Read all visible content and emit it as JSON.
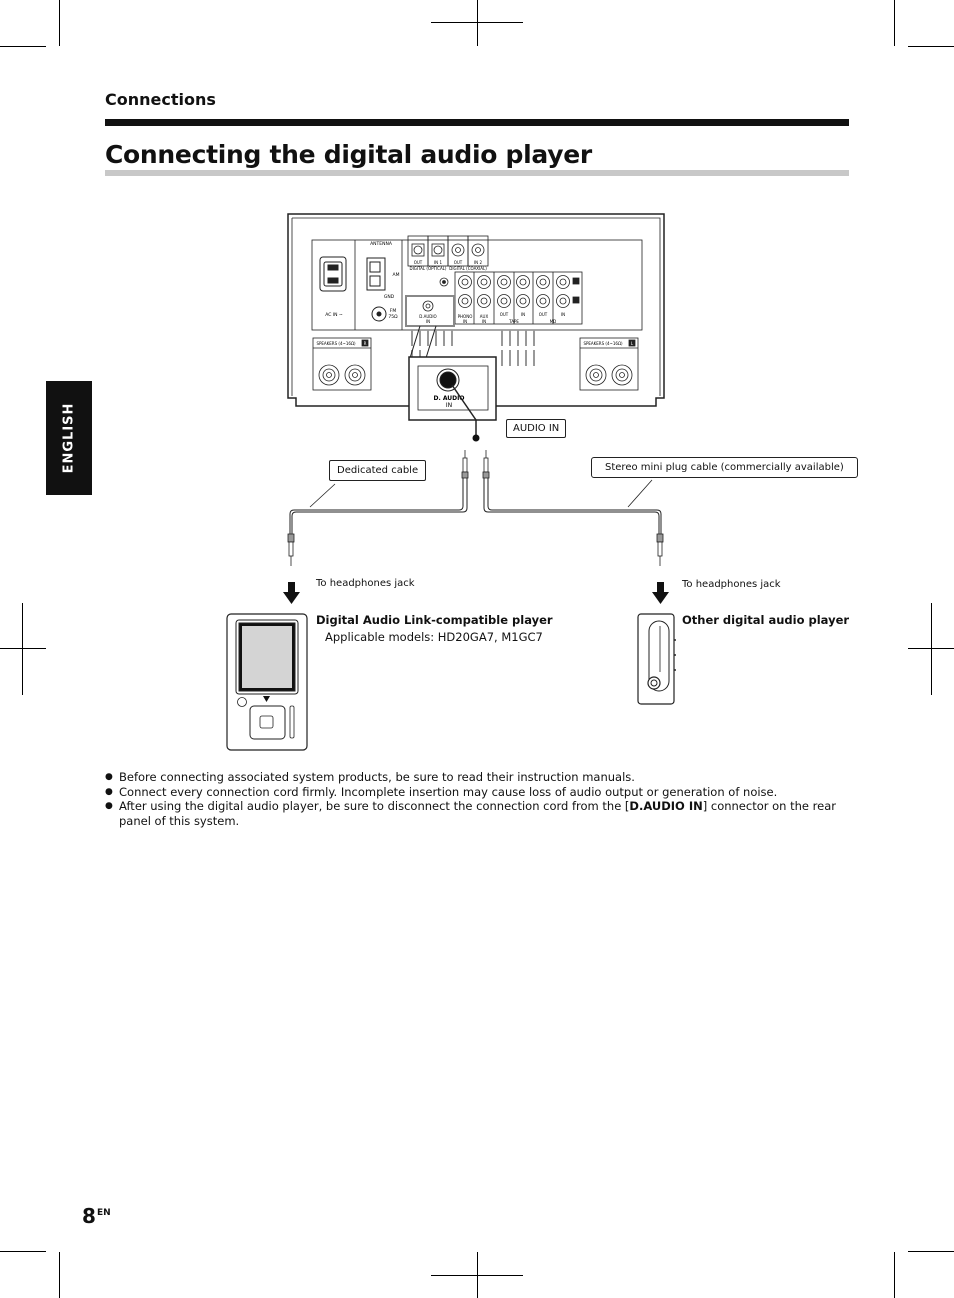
{
  "header": {
    "section": "Connections",
    "title": "Connecting the digital audio player",
    "side_tab": "ENGLISH"
  },
  "diagram": {
    "panel_labels": {
      "antenna": "ANTENNA",
      "am": "AM",
      "gnd": "GND",
      "fm": "FM",
      "fm_ohm": "75Ω",
      "ac_in": "AC IN ~",
      "speakers_right": "SPEAKERS (4~16Ω)",
      "speakers_left": "SPEAKERS (4~16Ω)",
      "badge_r": "R",
      "badge_l": "L",
      "digital_optical": "DIGITAL (OPTICAL)",
      "digital_coaxial": "DIGITAL (COAXIAL)",
      "out1": "OUT",
      "in1": "IN 1",
      "out2": "OUT",
      "in2": "IN 2",
      "phono": "PHONO",
      "phono_in": "IN",
      "aux": "AUX",
      "aux_in": "IN",
      "tape": "TAPE",
      "md": "MD",
      "tape_out": "OUT",
      "tape_in": "IN",
      "md_out": "OUT",
      "md_in": "IN",
      "daudio": "D.AUDIO",
      "daudio_in": "IN",
      "zoom_daudio": "D. AUDIO",
      "zoom_in": "IN"
    },
    "callouts": {
      "audio_in": "AUDIO IN",
      "dedicated_cable": "Dedicated cable",
      "stereo_cable": "Stereo mini plug cable (commercially available)"
    },
    "to_headphones_left": "To headphones jack",
    "to_headphones_right": "To headphones jack",
    "player_left_title": "Digital Audio Link-compatible player",
    "player_left_models": "Applicable models: HD20GA7, M1GC7",
    "player_right_title": "Other digital audio player"
  },
  "notes": {
    "item1": "Before connecting associated system products, be sure to read their instruction manuals.",
    "item2": "Connect every connection cord firmly. Incomplete insertion may cause loss of audio output or generation of noise.",
    "item3_before": "After using the digital audio player, be sure to disconnect the connection cord from the [",
    "item3_bold": "D.AUDIO IN",
    "item3_after": "] connector on the rear panel of this system."
  },
  "footer": {
    "page_number": "8",
    "page_suffix": "EN"
  }
}
